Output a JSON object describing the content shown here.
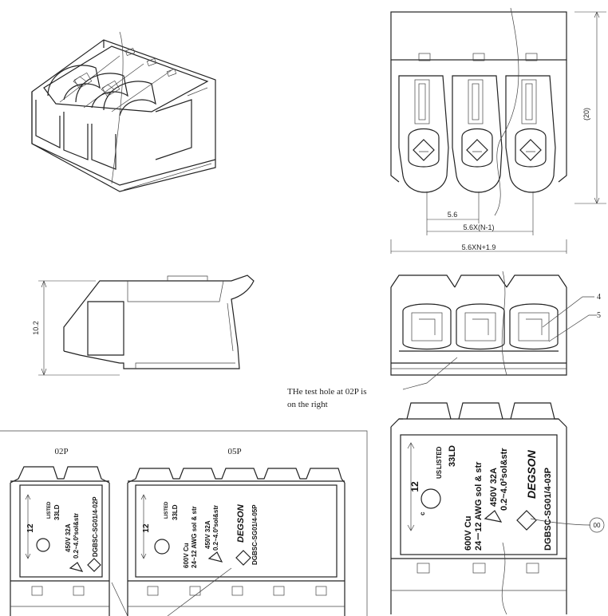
{
  "dimensions": {
    "overall_height": "(20)",
    "pitch": "5.6",
    "pitch_total": "5.6X(N-1)",
    "width_total": "5.6XN+1.9",
    "side_height": "10.2",
    "strip_length": "12"
  },
  "callouts": {
    "part_4": "4",
    "part_5": "5",
    "label_00": "00"
  },
  "note": {
    "line1": "THe test hole at 02P is",
    "line2": "on the right"
  },
  "variants": {
    "p02": "02P",
    "p05": "05P"
  },
  "label_big": {
    "listed": "LISTED",
    "code": "33LD",
    "rating1": "600V Cu",
    "rating2": "24－12 AWG sol & str",
    "rating3": "450V 32A",
    "rating4": "0.2~4.0²sol&str",
    "brand": "DEGSON",
    "model": "DGBSC-SG01/4-03P",
    "us": "US",
    "c": "c"
  },
  "label_02p": {
    "listed": "LISTED",
    "code": "33LD",
    "rating3": "450V 32A",
    "rating4": "0.2~4.0²sol&str",
    "model": "DGBSC-SG01/4-02P"
  },
  "label_05p": {
    "listed": "LISTED",
    "code": "33LD",
    "rating1": "600V Cu",
    "rating2": "24~12 AWG sol & str",
    "rating3": "450V 32A",
    "rating4": "0.2~4.0²sol&str",
    "brand": "DEGSON",
    "model": "DGBSC-SG01/4-05P"
  }
}
